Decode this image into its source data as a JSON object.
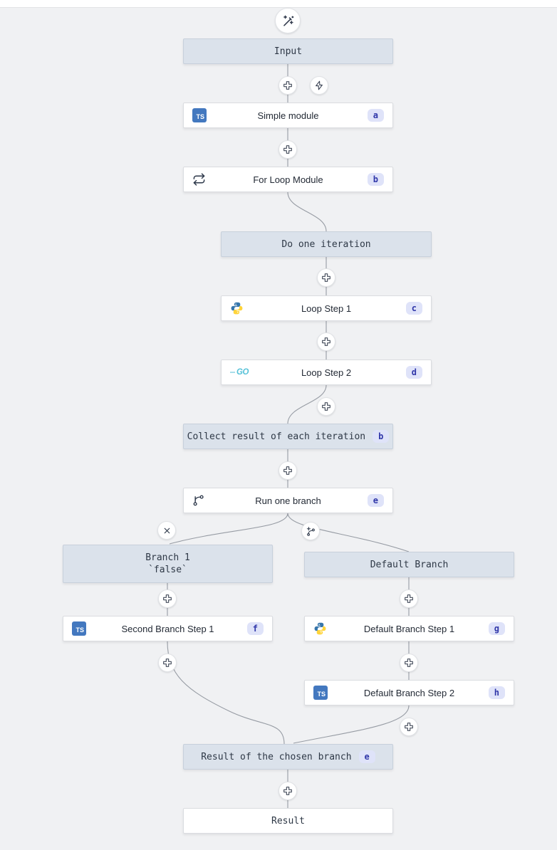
{
  "app": {
    "view": "flow-editor-graph"
  },
  "nodes": {
    "input": {
      "label": "Input"
    },
    "simple_module": {
      "label": "Simple module",
      "badge": "a",
      "icon": "typescript"
    },
    "for_loop_module": {
      "label": "For Loop Module",
      "badge": "b",
      "icon": "loop"
    },
    "do_one_iteration": {
      "label": "Do one iteration"
    },
    "loop_step_1": {
      "label": "Loop Step 1",
      "badge": "c",
      "icon": "python"
    },
    "loop_step_2": {
      "label": "Loop Step 2",
      "badge": "d",
      "icon": "go"
    },
    "collect_result": {
      "label": "Collect result of each iteration",
      "badge": "b"
    },
    "run_one_branch": {
      "label": "Run one branch",
      "badge": "e",
      "icon": "branch"
    },
    "branch_1": {
      "label": "Branch 1",
      "sublabel": "`false`"
    },
    "second_branch_step_1": {
      "label": "Second Branch Step 1",
      "badge": "f",
      "icon": "typescript"
    },
    "default_branch": {
      "label": "Default Branch"
    },
    "default_branch_step_1": {
      "label": "Default Branch Step 1",
      "badge": "g",
      "icon": "python"
    },
    "default_branch_step_2": {
      "label": "Default Branch Step 2",
      "badge": "h",
      "icon": "typescript"
    },
    "result_of_chosen_branch": {
      "label": "Result of the chosen branch",
      "badge": "e"
    },
    "result": {
      "label": "Result"
    }
  },
  "icons": {
    "typescript_label": "TS",
    "go_label": "GO",
    "wand": "ai-wand-sparkles",
    "plus": "insert-step-plus",
    "bolt": "trigger-bolt",
    "x": "remove-branch-x",
    "branch_add": "add-branch"
  },
  "colors": {
    "canvas_bg": "#f0f1f3",
    "node_blue_bg": "#dbe2eb",
    "node_white_bg": "#ffffff",
    "badge_bg": "#dfe3f9",
    "badge_text": "#3037a9",
    "connector": "#979ca4",
    "typescript_blue": "#4378bf",
    "python_blue": "#3776ab",
    "python_yellow": "#ffd43b",
    "go_blue": "#57c2d8"
  }
}
